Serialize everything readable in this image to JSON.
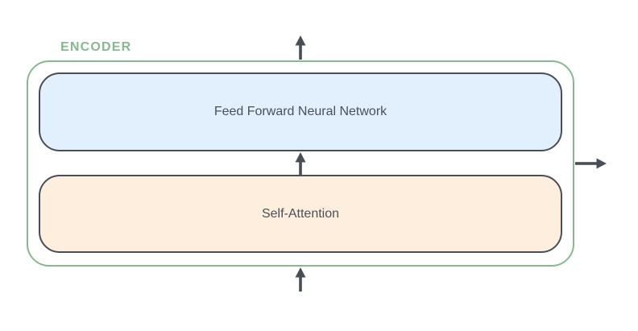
{
  "diagram": {
    "encoder_label": "ENCODER",
    "blocks": [
      {
        "id": "feed-forward",
        "label": "Feed Forward Neural Network"
      },
      {
        "id": "self-attention",
        "label": "Self-Attention"
      }
    ],
    "arrows": [
      {
        "id": "input-arrow",
        "direction": "up"
      },
      {
        "id": "internal-arrow",
        "direction": "up"
      },
      {
        "id": "output-arrow-top",
        "direction": "up"
      },
      {
        "id": "output-arrow-right",
        "direction": "right"
      }
    ],
    "colors": {
      "background": "#FFFFFF",
      "encoder_border": "#84BA8D",
      "encoder_label_text": "#84BA8D",
      "feed_forward_fill": "#E2F0FD",
      "self_attention_fill": "#FDEEDD",
      "block_border": "#474E57",
      "block_text": "#4A5059",
      "arrow": "#474E57"
    }
  }
}
